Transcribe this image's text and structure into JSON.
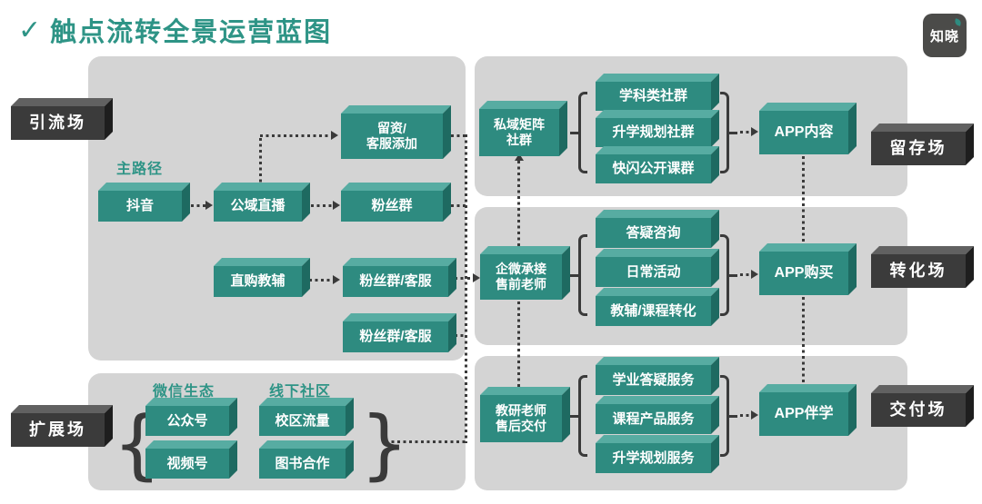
{
  "title": {
    "check_icon": "✓",
    "text": "触点流转全景运营蓝图"
  },
  "logo": {
    "text": "知晓"
  },
  "zone_labels": {
    "traffic": "引流场",
    "expansion": "扩展场",
    "retention": "留存场",
    "conversion": "转化场",
    "delivery": "交付场"
  },
  "traffic_panel": {
    "main_path_label": "主路径",
    "douyin": "抖音",
    "public_live": "公域直播",
    "lead_capture": "留资/\n客服添加",
    "fans_group": "粉丝群",
    "direct_purchase": "直购教辅",
    "fans_service_1": "粉丝群/客服",
    "fans_service_2": "粉丝群/客服"
  },
  "expansion_panel": {
    "wechat_header": "微信生态",
    "offline_header": "线下社区",
    "official_account": "公众号",
    "video_account": "视频号",
    "campus_traffic": "校区流量",
    "book_coop": "图书合作",
    "brace_left": "{",
    "brace_right": "}"
  },
  "retention_panel": {
    "hub": "私域矩阵\n社群",
    "items": [
      "学科类社群",
      "升学规划社群",
      "快闪公开课群"
    ],
    "app": "APP内容"
  },
  "conversion_panel": {
    "hub": "企微承接\n售前老师",
    "items": [
      "答疑咨询",
      "日常活动",
      "教辅/课程转化"
    ],
    "app": "APP购买"
  },
  "delivery_panel": {
    "hub": "教研老师\n售后交付",
    "items": [
      "学业答疑服务",
      "课程产品服务",
      "升学规划服务"
    ],
    "app": "APP伴学"
  },
  "colors": {
    "teal_front": "#2E8B80",
    "teal_top": "#57ACA2",
    "teal_side": "#1E6A61",
    "dark_front": "#3B3B3B",
    "dark_top": "#616161",
    "dark_side": "#1E1E1E",
    "panel": "#D4D4D4",
    "line": "#3A3A3A",
    "title": "#2E9486",
    "bg": "#FFFFFF"
  }
}
